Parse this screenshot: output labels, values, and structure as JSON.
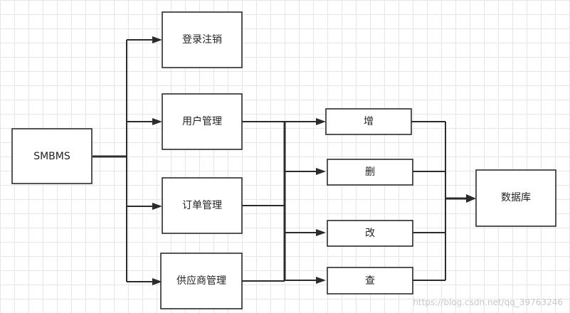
{
  "nodes": {
    "smbms": "SMBMS",
    "login_logout": "登录注销",
    "user_mgmt": "用户管理",
    "order_mgmt": "订单管理",
    "supplier_mgmt": "供应商管理",
    "op_add": "增",
    "op_delete": "删",
    "op_update": "改",
    "op_query": "查",
    "database": "数据库"
  },
  "watermark": "https://blog.csdn.net/qq_39763246",
  "colors": {
    "line": "#2b2b2b",
    "grid": "#e6e6e6",
    "box_fill": "#ffffff"
  }
}
